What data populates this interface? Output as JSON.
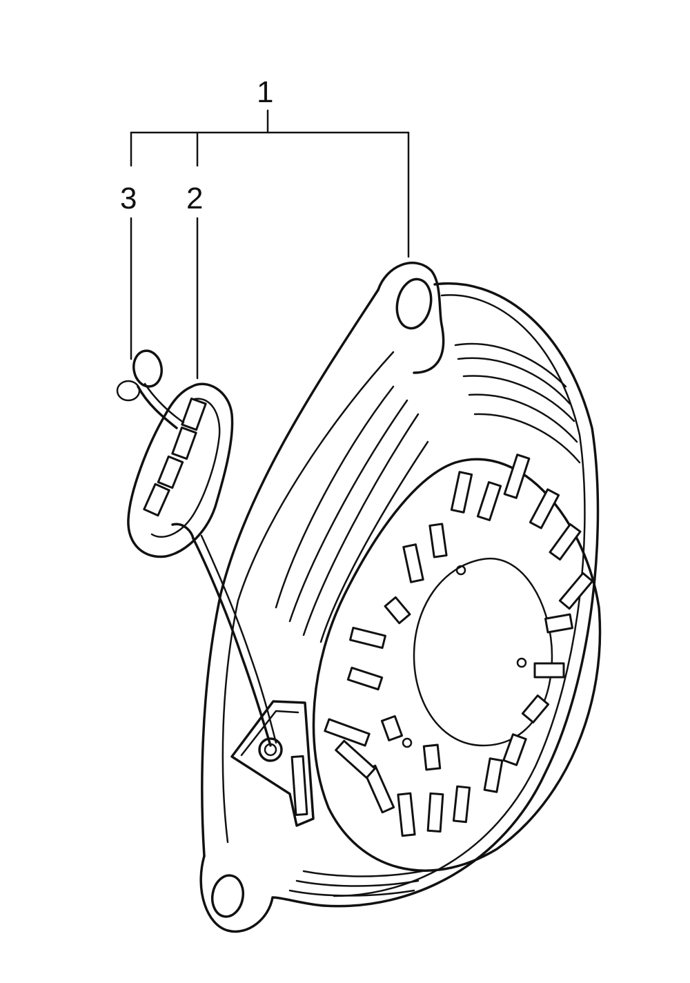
{
  "callouts": {
    "part_1": "1",
    "part_2": "2",
    "part_3": "3"
  },
  "colors": {
    "ink": "#111111",
    "paper": "#ffffff"
  }
}
